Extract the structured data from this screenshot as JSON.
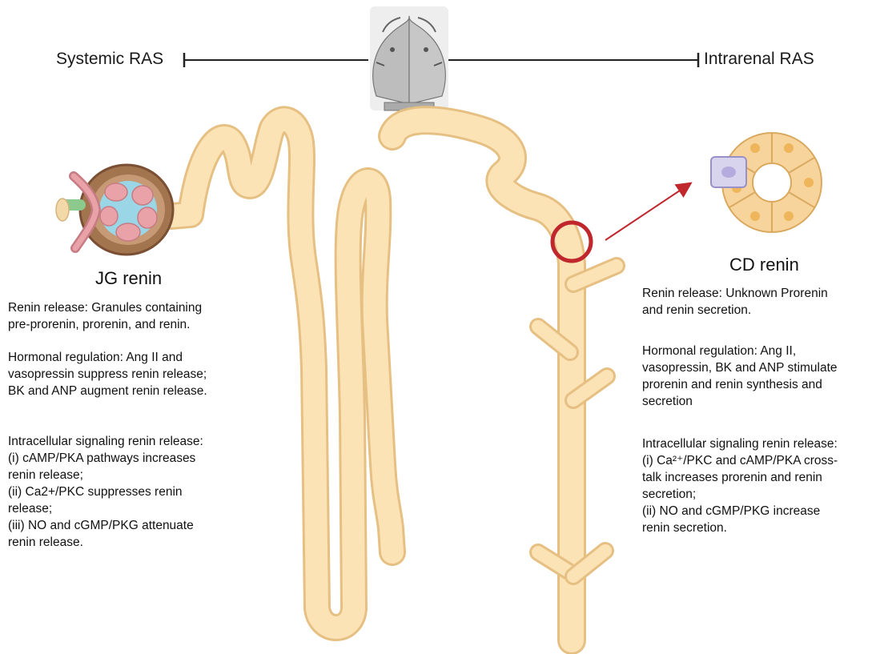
{
  "header": {
    "left_label": "Systemic RAS",
    "right_label": "Intrarenal RAS"
  },
  "left_panel": {
    "title": "JG renin",
    "paragraphs": [
      [
        "Renin release: Granules containing",
        "pre-prorenin, prorenin, and renin."
      ],
      [
        "Hormonal regulation: Ang II and",
        "vasopressin suppress renin release;",
        "BK and ANP augment renin release."
      ],
      [
        "Intracellular signaling renin release:",
        "(i) cAMP/PKA pathways increases",
        "renin release;",
        "(ii) Ca2+/PKC suppresses renin",
        "release;",
        "(iii) NO and cGMP/PKG attenuate",
        "renin release."
      ]
    ]
  },
  "right_panel": {
    "title": "CD renin",
    "paragraphs": [
      [
        "Renin release: Unknown Prorenin",
        "and renin secretion."
      ],
      [
        "Hormonal regulation: Ang II,",
        "vasopressin, BK and ANP stimulate",
        "prorenin and renin synthesis and",
        "secretion"
      ],
      [
        "Intracellular signaling renin release:",
        "(i) Ca²⁺/PKC and cAMP/PKA cross-",
        "talk increases prorenin and renin",
        "secretion;",
        "(ii) NO and cGMP/PKG increase",
        "renin secretion."
      ]
    ]
  },
  "colors": {
    "tubule_fill": "#fbe3b6",
    "tubule_edge": "#e6c083",
    "highlight_circle": "#c0272d",
    "arrow": "#c0272d",
    "glomerulus_capsule": "#8b5a3c",
    "glomerulus_loops": "#e9a3a8"
  }
}
